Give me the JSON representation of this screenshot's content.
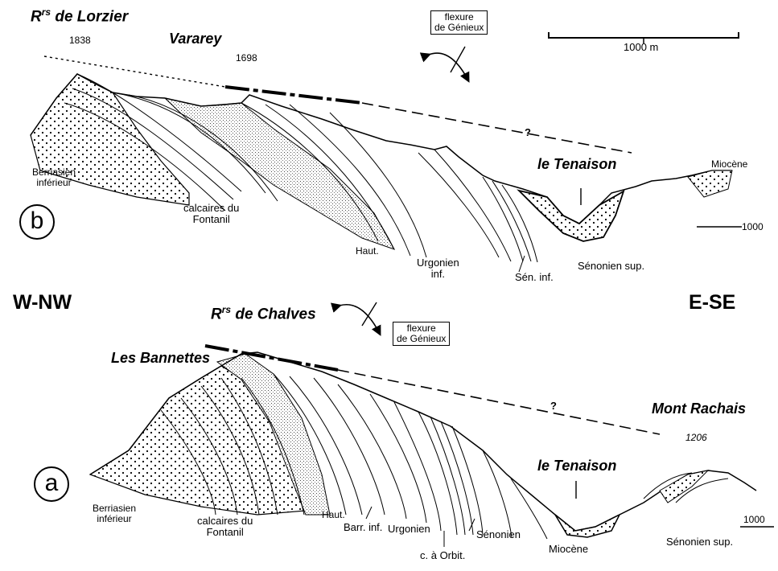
{
  "orientation": {
    "west": "W-NW",
    "east": "E-SE"
  },
  "scale": {
    "label": "1000 m"
  },
  "profile_b": {
    "panel_label": "b",
    "places": {
      "lorzier_prefix": "R",
      "lorzier_sup": "rs",
      "lorzier_rest": " de Lorzier",
      "lorzier_alt": "1838",
      "vararey": "Vararey",
      "vararey_alt": "1698",
      "tenaison": "le Tenaison"
    },
    "flexure_line1": "flexure",
    "flexure_line2": "de Génieux",
    "question": "?",
    "altitude_mark": "1000",
    "formations": {
      "berriasien_1": "Berriasien",
      "berriasien_2": "inférieur",
      "fontanil_1": "calcaires du",
      "fontanil_2": "Fontanil",
      "haut": "Haut.",
      "urgonien_1": "Urgonien",
      "urgonien_2": "inf.",
      "sen_inf": "Sén. inf.",
      "senonien_sup": "Sénonien sup.",
      "miocene": "Miocène"
    }
  },
  "profile_a": {
    "panel_label": "a",
    "places": {
      "chalves_prefix": "R",
      "chalves_sup": "rs",
      "chalves_rest": " de Chalves",
      "bannettes": "Les Bannettes",
      "rachais": "Mont Rachais",
      "rachais_alt": "1206",
      "tenaison": "le Tenaison"
    },
    "flexure_line1": "flexure",
    "flexure_line2": "de Génieux",
    "question": "?",
    "altitude_mark": "1000",
    "formations": {
      "berriasien_1": "Berriasien",
      "berriasien_2": "inférieur",
      "fontanil_1": "calcaires du",
      "fontanil_2": "Fontanil",
      "haut": "Haut.",
      "barr": "Barr. inf.",
      "urgonien": "Urgonien",
      "orbit": "c. à Orbit.",
      "senonien": "Sénonien",
      "miocene": "Miocène",
      "senonien_sup": "Sénonien sup."
    }
  }
}
